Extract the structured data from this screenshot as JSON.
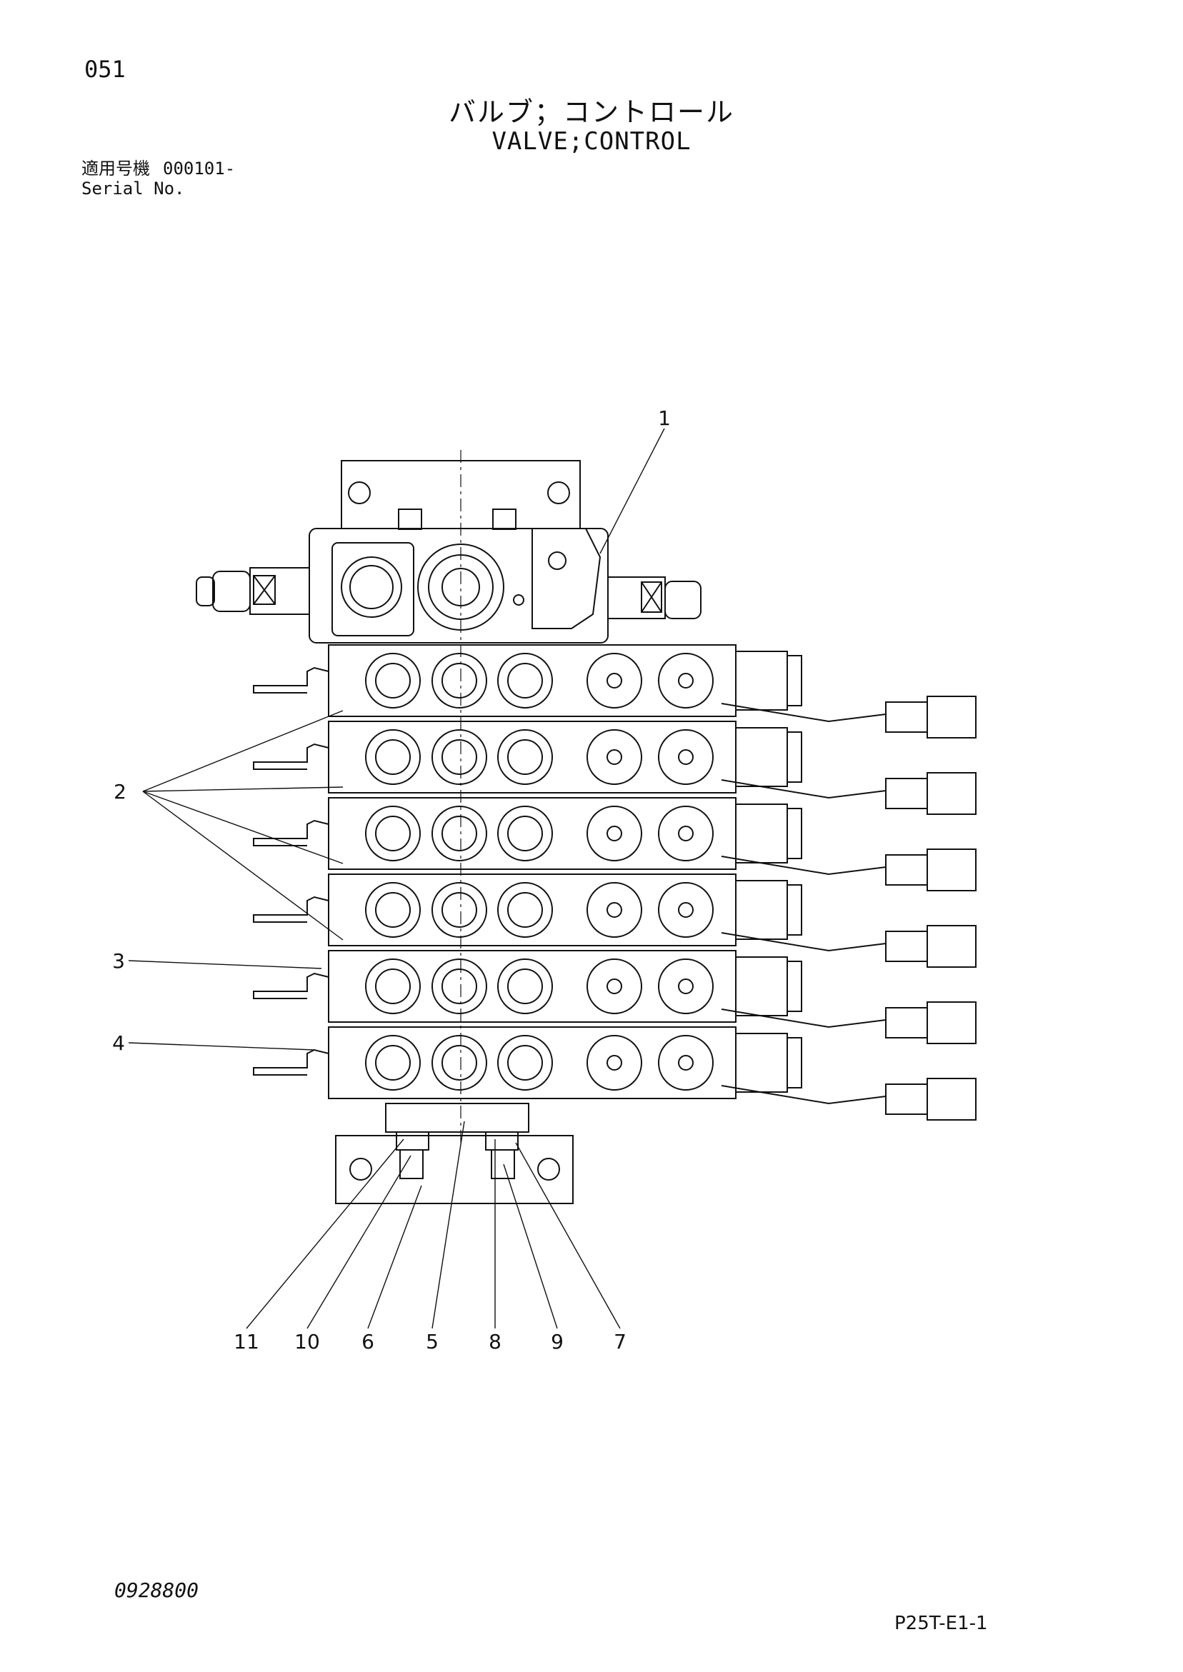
{
  "header": {
    "page_number": "051",
    "title_jp": "バルブ；コントロール",
    "title_en": "VALVE;CONTROL",
    "serial_label_jp": "適用号機",
    "serial_value": "000101-",
    "serial_label_en": "Serial No."
  },
  "footer": {
    "drawing_number": "0928800",
    "page_code": "P25T-E1-1"
  },
  "callouts": {
    "c1": "1",
    "c2": "2",
    "c3": "3",
    "c4": "4",
    "c5": "5",
    "c6": "6",
    "c7": "7",
    "c8": "8",
    "c9": "9",
    "c10": "10",
    "c11": "11"
  }
}
